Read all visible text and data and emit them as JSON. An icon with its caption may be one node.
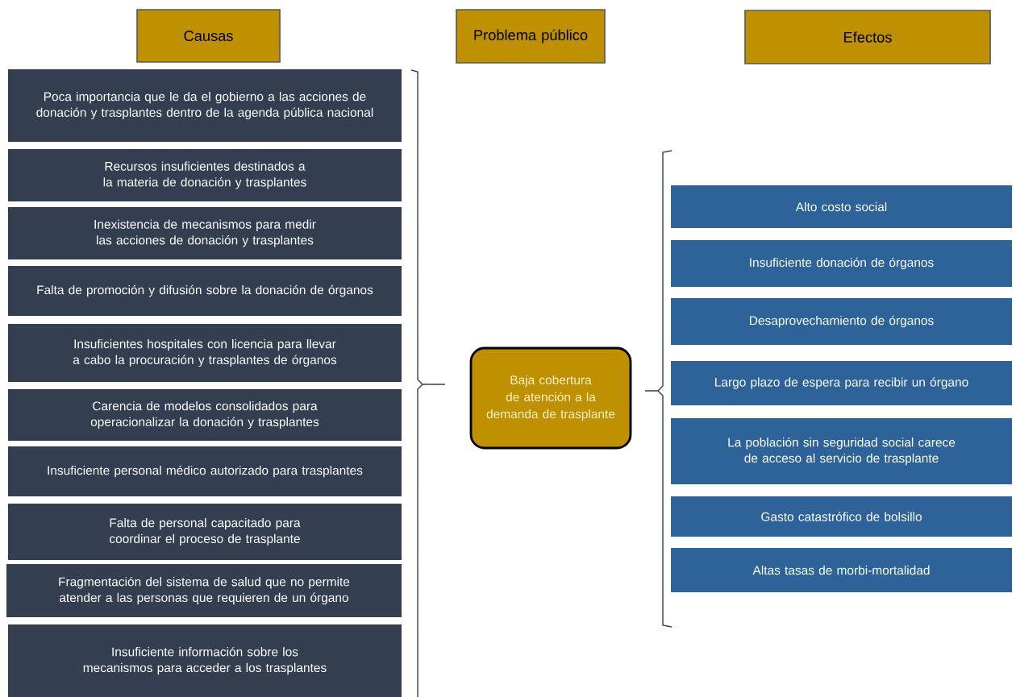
{
  "diagram": {
    "nodes": [
      {
        "text": [
          "Causas"
        ]
      },
      {
        "text": [
          "Problema público"
        ]
      },
      {
        "text": [
          "Efectos"
        ]
      },
      {
        "text": [
          "Poca importancia que le da el gobierno a las acciones de donación y trasplantes dentro de la agenda pública nacional"
        ]
      },
      {
        "text": [
          "Recursos insuficientes destinados a la materia de donación y trasplantes"
        ]
      },
      {
        "text": [
          "Inexistencia de mecanismos para medir las acciones de donación y trasplantes"
        ]
      },
      {
        "text": [
          "Falta de promoción y difusión sobre la donación de órganos"
        ]
      },
      {
        "text": [
          "Insuficientes hospitales con licencia para llevar a cabo la procuración y trasplantes de órganos"
        ]
      },
      {
        "text": [
          "Carencia de modelos consolidados para operacionalizar la donación y trasplantes"
        ]
      },
      {
        "text": [
          "Insuficiente personal médico autorizado para trasplantes"
        ]
      },
      {
        "text": [
          "Falta de personal capacitado para coordinar el proceso de trasplante"
        ]
      },
      {
        "text": [
          "Fragmentación del sistema de salud que no permite atender a las personas que requieren de un órgano"
        ]
      },
      {
        "text": [
          "Insuficiente información sobre los mecanismos para acceder a los trasplantes"
        ]
      },
      {
        "text": [
          "Baja cobertura de atención a la demanda de trasplante"
        ]
      },
      {
        "text": [
          "Alto costo social"
        ]
      },
      {
        "text": [
          "Insuficiente donación de órganos"
        ]
      },
      {
        "text": [
          "Desaprovechamiento de órganos"
        ]
      },
      {
        "text": [
          "Largo plazo de espera para recibir un órgano"
        ]
      },
      {
        "text": [
          "La población sin seguridad social carece de acceso al servicio de trasplante"
        ]
      },
      {
        "text": [
          "Gasto catastrófico de bolsillo"
        ]
      },
      {
        "text": [
          "Altas tasas de morbi-mortalidad"
        ]
      }
    ]
  }
}
